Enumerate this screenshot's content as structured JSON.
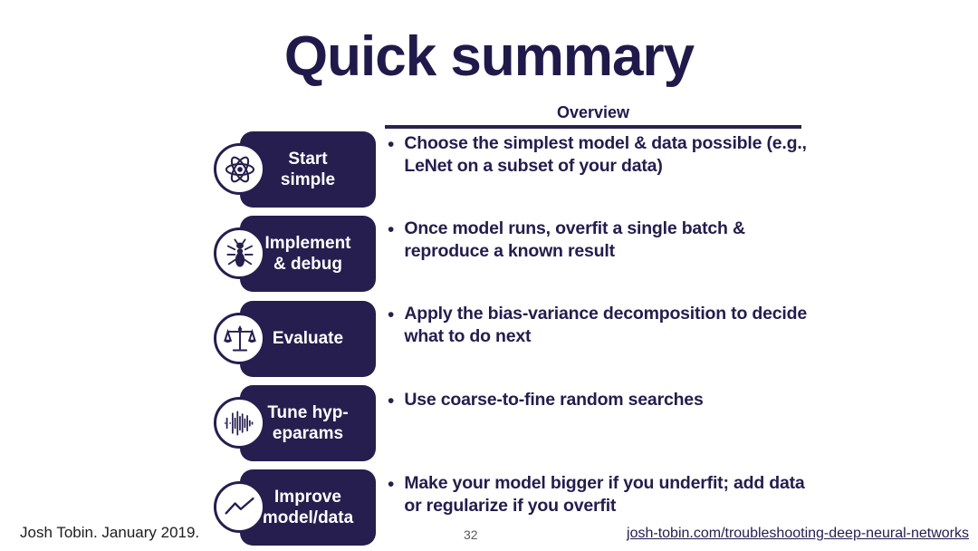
{
  "slide": {
    "title": "Quick summary",
    "column_header": "Overview",
    "accent_color": "#251e4e",
    "background_color": "#ffffff",
    "text_color": "#241d4d"
  },
  "rows": [
    {
      "icon": "atom-icon",
      "step_label": "Start\nsimple",
      "bullet_marker": "•",
      "bullet_text": "Choose the simplest model & data possible (e.g., LeNet on a subset of your data)"
    },
    {
      "icon": "bug-icon",
      "step_label": "Implement\n& debug",
      "bullet_marker": "•",
      "bullet_text": "Once model runs, overfit a single batch & reproduce a known result"
    },
    {
      "icon": "balance-scales-icon",
      "step_label": "Evaluate",
      "bullet_marker": "•",
      "bullet_text": "Apply the bias-variance decomposition to decide what to do next"
    },
    {
      "icon": "waveform-icon",
      "step_label": "Tune hyp-\neparams",
      "bullet_marker": "•",
      "bullet_text": "Use coarse-to-fine random searches"
    },
    {
      "icon": "trend-line-icon",
      "step_label": "Improve\nmodel/data",
      "bullet_marker": "•",
      "bullet_text": "Make your model bigger if you underfit; add data or regularize if you overfit"
    }
  ],
  "footer": {
    "author": "Josh Tobin. January 2019.",
    "page_number": "32",
    "link": "josh-tobin.com/troubleshooting-deep-neural-networks"
  }
}
